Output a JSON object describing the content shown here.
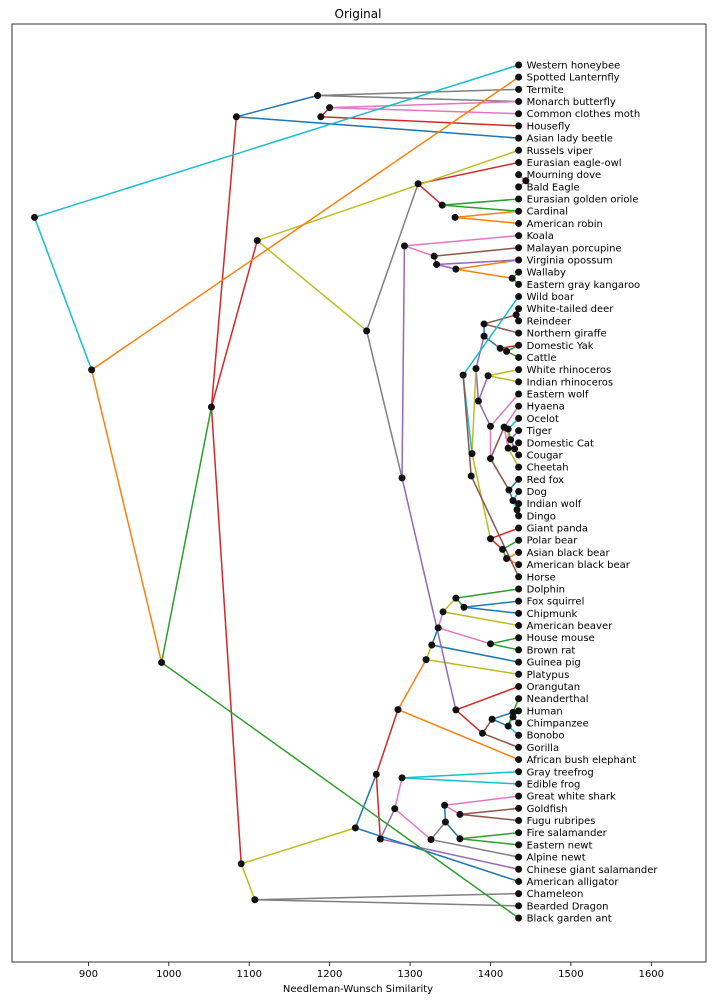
{
  "chart_data": {
    "type": "dendrogram",
    "title": "Original",
    "xlabel": "Needleman-Wunsch Similarity",
    "ylabel": "",
    "xlim": [
      805,
      1668
    ],
    "xticks": [
      900,
      1000,
      1100,
      1200,
      1300,
      1400,
      1500,
      1600
    ],
    "grid": false,
    "leaves": [
      "Western honeybee",
      "Spotted Lanternfly",
      "Termite",
      "Monarch butterfly",
      "Common clothes moth",
      "Housefly",
      "Asian lady beetle",
      "Russels viper",
      "Eurasian eagle-owl",
      "Mourning dove",
      "Bald Eagle",
      "Eurasian golden oriole",
      "Cardinal",
      "American robin",
      "Koala",
      "Malayan porcupine",
      "Virginia opossum",
      "Wallaby",
      "Eastern gray kangaroo",
      "Wild boar",
      "White-tailed deer",
      "Reindeer",
      "Northern giraffe",
      "Domestic Yak",
      "Cattle",
      "White rhinoceros",
      "Indian rhinoceros",
      "Eastern wolf",
      "Hyaena",
      "Ocelot",
      "Tiger",
      "Domestic Cat",
      "Cougar",
      "Cheetah",
      "Red fox",
      "Dog",
      "Indian wolf",
      "Dingo",
      "Giant panda",
      "Polar bear",
      "Asian black bear",
      "American black bear",
      "Horse",
      "Dolphin",
      "Fox squirrel",
      "Chipmunk",
      "American beaver",
      "House mouse",
      "Brown rat",
      "Guinea pig",
      "Platypus",
      "Orangutan",
      "Neanderthal",
      "Human",
      "Chimpanzee",
      "Bonobo",
      "Gorilla",
      "African bush elephant",
      "Gray treefrog",
      "Edible frog",
      "Great white shark",
      "Goldfish",
      "Fugu rubripes",
      "Fire salamander",
      "Eastern newt",
      "Alpine newt",
      "Chinese giant salamander",
      "American alligator",
      "Chameleon",
      "Bearded Dragon",
      "Black garden ant"
    ],
    "leaf_similarity": 1435,
    "nodes": [
      {
        "id": "oc",
        "x": 1428,
        "children": [
          "Human",
          "Chimpanzee"
        ],
        "color": "#1f77b4"
      },
      {
        "id": "ob",
        "x": 1422,
        "children": [
          "oc",
          "Bonobo"
        ],
        "color": "#17becf"
      },
      {
        "id": "on",
        "x": 1428,
        "children": [
          "Neanderthal",
          "ob"
        ],
        "color": "#2ca02c"
      },
      {
        "id": "oh",
        "x": 1402,
        "children": [
          "on",
          "ob"
        ],
        "color": "#1f77b4"
      },
      {
        "id": "og",
        "x": 1390,
        "children": [
          "oh",
          "Gorilla"
        ],
        "color": "#8c564b"
      },
      {
        "id": "oo",
        "x": 1357,
        "children": [
          "Orangutan",
          "og"
        ],
        "color": "#d62728"
      },
      {
        "id": "dg",
        "x": 1433,
        "children": [
          "Indian wolf",
          "Dingo"
        ],
        "color": "#2ca02c"
      },
      {
        "id": "dd",
        "x": 1428,
        "children": [
          "Dog",
          "dg"
        ],
        "color": "#17becf"
      },
      {
        "id": "dr",
        "x": 1423,
        "children": [
          "Red fox",
          "dd"
        ],
        "color": "#1f77b4"
      },
      {
        "id": "cc",
        "x": 1430,
        "children": [
          "Domestic Cat",
          "Cougar"
        ],
        "color": "#ff7f0e"
      },
      {
        "id": "ct",
        "x": 1425,
        "children": [
          "Tiger",
          "cc"
        ],
        "color": "#9467bd"
      },
      {
        "id": "co",
        "x": 1422,
        "children": [
          "Ocelot",
          "ct"
        ],
        "color": "#17becf"
      },
      {
        "id": "ch",
        "x": 1422,
        "children": [
          "co",
          "Cheetah"
        ],
        "color": "#bcbd22"
      },
      {
        "id": "fh",
        "x": 1417,
        "children": [
          "Hyaena",
          "ch"
        ],
        "color": "#e377c2"
      },
      {
        "id": "cn",
        "x": 1400,
        "children": [
          "fh",
          "dr"
        ],
        "color": "#8c564b"
      },
      {
        "id": "cw",
        "x": 1400,
        "children": [
          "Eastern wolf",
          "cn"
        ],
        "color": "#e377c2"
      },
      {
        "id": "rh",
        "x": 1397,
        "children": [
          "White rhinoceros",
          "Indian rhinoceros"
        ],
        "color": "#bcbd22"
      },
      {
        "id": "rw",
        "x": 1385,
        "children": [
          "rh",
          "cw"
        ],
        "color": "#9467bd"
      },
      {
        "id": "bb",
        "x": 1420,
        "children": [
          "Asian black bear",
          "American black bear"
        ],
        "color": "#ff7f0e"
      },
      {
        "id": "bp",
        "x": 1415,
        "children": [
          "Polar bear",
          "bb"
        ],
        "color": "#2ca02c"
      },
      {
        "id": "bg",
        "x": 1400,
        "children": [
          "Giant panda",
          "bp"
        ],
        "color": "#d62728"
      },
      {
        "id": "cr",
        "x": 1432,
        "children": [
          "White-tailed deer",
          "Reindeer"
        ],
        "color": "#e377c2"
      },
      {
        "id": "cy",
        "x": 1420,
        "children": [
          "Domestic Yak",
          "Cattle"
        ],
        "color": "#2ca02c"
      },
      {
        "id": "cg",
        "x": 1412,
        "children": [
          "cy",
          "Domestic Yak"
        ],
        "color": "#d62728"
      },
      {
        "id": "cj",
        "x": 1392,
        "children": [
          "Northern giraffe",
          "cr"
        ],
        "color": "#8c564b"
      },
      {
        "id": "cu",
        "x": 1392,
        "children": [
          "cj",
          "cg"
        ],
        "color": "#1f77b4"
      },
      {
        "id": "ungu",
        "x": 1382,
        "children": [
          "cu",
          "rw"
        ],
        "color": "#9467bd"
      },
      {
        "id": "carn",
        "x": 1377,
        "children": [
          "ungu",
          "bg"
        ],
        "color": "#bcbd22"
      },
      {
        "id": "wb",
        "x": 1366,
        "children": [
          "Wild boar",
          "carn"
        ],
        "color": "#17becf"
      },
      {
        "id": "hw",
        "x": 1376,
        "children": [
          "wb",
          "Horse"
        ],
        "color": "#8c564b"
      },
      {
        "id": "rs",
        "x": 1367,
        "children": [
          "Fox squirrel",
          "Chipmunk"
        ],
        "color": "#1f77b4"
      },
      {
        "id": "rd",
        "x": 1357,
        "children": [
          "rs",
          "Dolphin"
        ],
        "color": "#2ca02c"
      },
      {
        "id": "rb",
        "x": 1341,
        "children": [
          "rd",
          "American beaver"
        ],
        "color": "#bcbd22"
      },
      {
        "id": "rm",
        "x": 1400,
        "children": [
          "House mouse",
          "Brown rat"
        ],
        "color": "#2ca02c"
      },
      {
        "id": "rr",
        "x": 1335,
        "children": [
          "rb",
          "rm"
        ],
        "color": "#e377c2"
      },
      {
        "id": "gp",
        "x": 1327,
        "children": [
          "rr",
          "Guinea pig"
        ],
        "color": "#1f77b4"
      },
      {
        "id": "mp",
        "x": 1320,
        "children": [
          "gp",
          "Platypus"
        ],
        "color": "#bcbd22"
      },
      {
        "id": "kg",
        "x": 1427,
        "children": [
          "Wallaby",
          "Eastern gray kangaroo"
        ],
        "color": "#2ca02c"
      },
      {
        "id": "vo",
        "x": 1357,
        "children": [
          "Virginia opossum",
          "kg"
        ],
        "color": "#ff7f0e"
      },
      {
        "id": "mar",
        "x": 1333,
        "children": [
          "vo",
          "Virginia opossum"
        ],
        "color": "#9467bd"
      },
      {
        "id": "mpo",
        "x": 1330,
        "children": [
          "Malayan porcupine",
          "mar"
        ],
        "color": "#8c564b"
      },
      {
        "id": "mk",
        "x": 1293,
        "children": [
          "Koala",
          "mpo"
        ],
        "color": "#e377c2"
      },
      {
        "id": "mam",
        "x": 1290,
        "children": [
          "mk",
          "oo"
        ],
        "color": "#9467bd"
      },
      {
        "id": "bd",
        "x": 1444,
        "children": [
          "Mourning dove",
          "Bald Eagle"
        ],
        "color": "#e377c2"
      },
      {
        "id": "bo",
        "x": 1340,
        "children": [
          "Eurasian golden oriole",
          "Cardinal"
        ],
        "color": "#2ca02c"
      },
      {
        "id": "bc",
        "x": 1356,
        "children": [
          "Cardinal",
          "American robin"
        ],
        "color": "#ff7f0e"
      },
      {
        "id": "bir",
        "x": 1310,
        "children": [
          "Eurasian eagle-owl",
          "bo"
        ],
        "color": "#d62728"
      },
      {
        "id": "bm",
        "x": 1246,
        "children": [
          "bir",
          "mam"
        ],
        "color": "#7f7f7f"
      },
      {
        "id": "fr",
        "x": 1290,
        "children": [
          "Gray treefrog",
          "Edible frog"
        ],
        "color": "#17becf"
      },
      {
        "id": "fgf",
        "x": 1362,
        "children": [
          "Goldfish",
          "Fugu rubripes"
        ],
        "color": "#8c564b"
      },
      {
        "id": "fsh",
        "x": 1343,
        "children": [
          "Great white shark",
          "fgf"
        ],
        "color": "#e377c2"
      },
      {
        "id": "sal",
        "x": 1362,
        "children": [
          "Fire salamander",
          "Eastern newt"
        ],
        "color": "#2ca02c"
      },
      {
        "id": "fs",
        "x": 1344,
        "children": [
          "fsh",
          "sal"
        ],
        "color": "#1f77b4"
      },
      {
        "id": "an",
        "x": 1326,
        "children": [
          "fs",
          "Alpine newt"
        ],
        "color": "#7f7f7f"
      },
      {
        "id": "am",
        "x": 1281,
        "children": [
          "fr",
          "an"
        ],
        "color": "#e377c2"
      },
      {
        "id": "cgs",
        "x": 1263,
        "children": [
          "am",
          "Chinese giant salamander"
        ],
        "color": "#9467bd"
      },
      {
        "id": "eb",
        "x": 1285,
        "children": [
          "African bush elephant",
          "mp"
        ],
        "color": "#ff7f0e"
      },
      {
        "id": "te",
        "x": 1258,
        "children": [
          "eb",
          "cgs"
        ],
        "color": "#d62728"
      },
      {
        "id": "ta",
        "x": 1232,
        "children": [
          "te",
          "American alligator"
        ],
        "color": "#1f77b4"
      },
      {
        "id": "rv",
        "x": 1110,
        "children": [
          "Russels viper",
          "bm"
        ],
        "color": "#bcbd22"
      },
      {
        "id": "lz",
        "x": 1107,
        "children": [
          "Chameleon",
          "Bearded Dragon"
        ],
        "color": "#7f7f7f"
      },
      {
        "id": "lc",
        "x": 1090,
        "children": [
          "ta",
          "lz"
        ],
        "color": "#bcbd22"
      },
      {
        "id": "ins",
        "x": 1185,
        "children": [
          "Termite",
          "Monarch butterfly"
        ],
        "color": "#7f7f7f"
      },
      {
        "id": "mo",
        "x": 1200,
        "children": [
          "Monarch butterfly",
          "Common clothes moth"
        ],
        "color": "#e377c2"
      },
      {
        "id": "hf",
        "x": 1189,
        "children": [
          "mo",
          "Housefly"
        ],
        "color": "#d62728"
      },
      {
        "id": "il",
        "x": 1084,
        "children": [
          "ins",
          "Asian lady beetle"
        ],
        "color": "#1f77b4"
      },
      {
        "id": "vert",
        "x": 1053,
        "children": [
          "il",
          "rv",
          "lc"
        ],
        "color": "#d62728"
      },
      {
        "id": "bga",
        "x": 991,
        "children": [
          "vert",
          "Black garden ant"
        ],
        "color": "#2ca02c"
      },
      {
        "id": "sl",
        "x": 904,
        "children": [
          "Spotted Lanternfly",
          "bga"
        ],
        "color": "#ff7f0e"
      },
      {
        "id": "root",
        "x": 833,
        "children": [
          "Western honeybee",
          "sl"
        ],
        "color": "#17becf"
      }
    ]
  }
}
